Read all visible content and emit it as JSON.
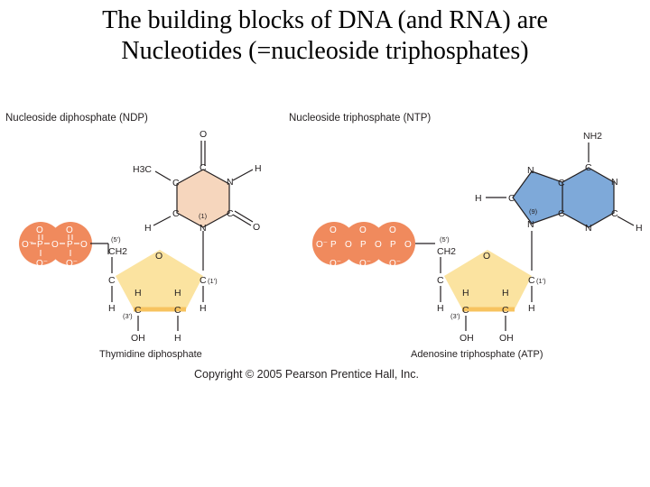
{
  "title": {
    "line1": "The building blocks of DNA (and RNA) are",
    "line2": "Nucleotides (=nucleoside triphosphates)"
  },
  "left_panel": {
    "header": "Nucleoside diphosphate (NDP)",
    "caption": "Thymidine diphosphate",
    "atoms": {
      "O": "O",
      "N": "N",
      "C": "C",
      "H": "H",
      "H3C": "H3C",
      "CH2": "CH2",
      "OH": "OH",
      "n1": "(1)",
      "n1p": "(1')",
      "n3p": "(3')",
      "n5p": "(5')"
    },
    "phosphate": {
      "O": "O",
      "P": "P",
      "Om": "O⁻"
    }
  },
  "right_panel": {
    "header": "Nucleoside triphosphate (NTP)",
    "caption": "Adenosine triphosphate (ATP)",
    "atoms": {
      "NH2": "NH2",
      "N": "N",
      "C": "C",
      "H": "H",
      "O": "O",
      "CH2": "CH2",
      "OH": "OH",
      "n9": "(9)",
      "n1p": "(1')",
      "n3p": "(3')",
      "n5p": "(5')"
    }
  },
  "copyright": "Copyright © 2005 Pearson Prentice Hall, Inc.",
  "colors": {
    "phosphate": "#f08a5d",
    "sugar": "#fbe3a0",
    "sugar_edge": "#f7c35f",
    "pyrimidine": "#f6d6bd",
    "purine": "#7ea9d9"
  }
}
